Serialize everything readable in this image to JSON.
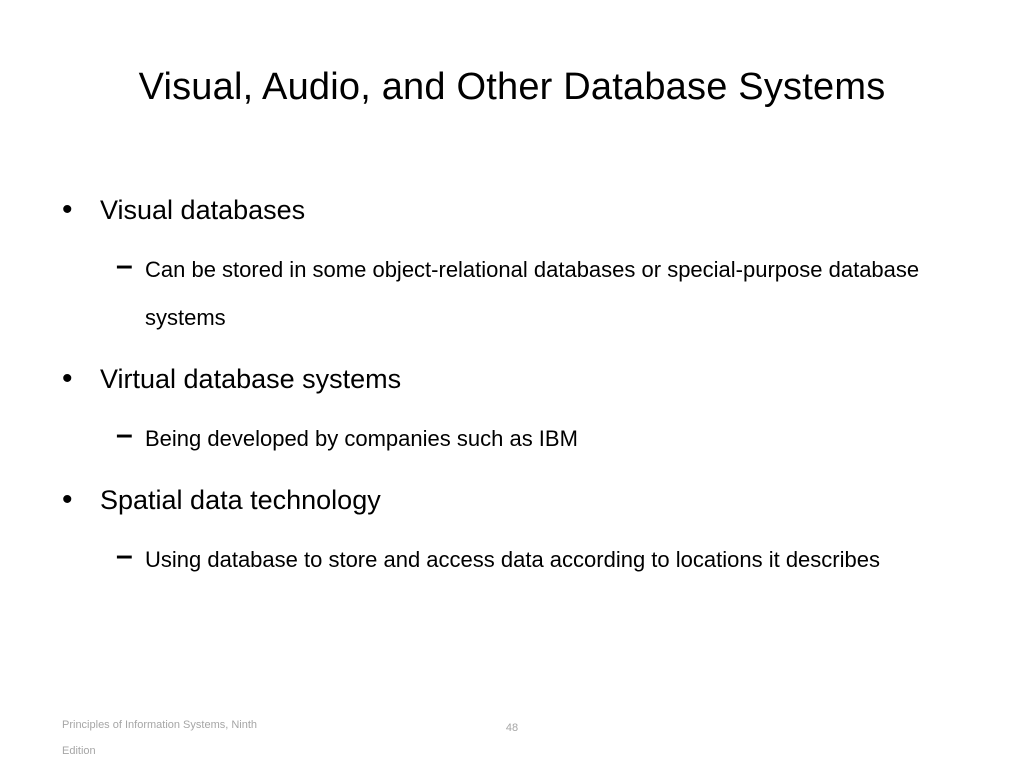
{
  "slide": {
    "title": "Visual, Audio, and Other Database Systems",
    "bullet_glyph": "•",
    "sub_glyph": "–",
    "items": [
      {
        "text": "Visual databases",
        "sub": [
          "Can be stored in some object-relational databases or special-purpose database systems"
        ]
      },
      {
        "text": "Virtual database systems",
        "sub": [
          "Being developed by companies such as IBM"
        ]
      },
      {
        "text": "Spatial data technology",
        "sub": [
          "Using database to store and access data according to locations it describes"
        ]
      }
    ]
  },
  "footer": {
    "source": "Principles of Information Systems, Ninth Edition",
    "page_number": "48"
  }
}
